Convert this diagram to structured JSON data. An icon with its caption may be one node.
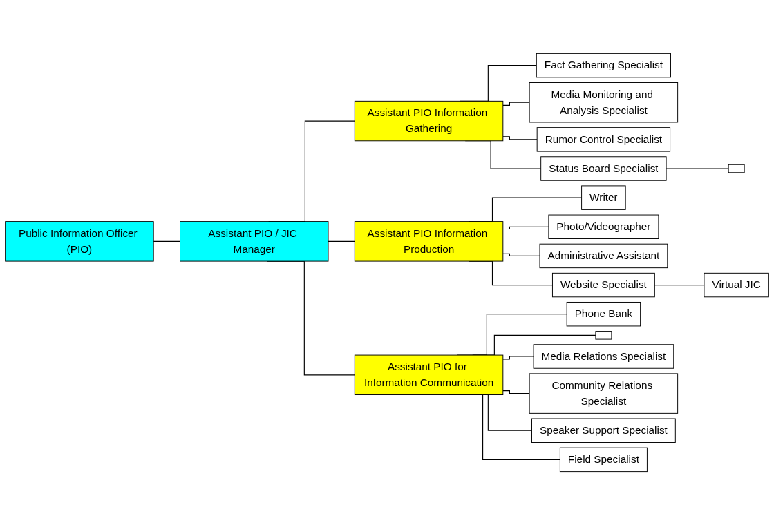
{
  "diagram": {
    "nodes": [
      {
        "text": [
          "Public Information Officer (PIO)"
        ]
      },
      {
        "text": [
          "Assistant PIO / JIC Manager"
        ]
      },
      {
        "text": [
          "Assistant PIO Information Gathering"
        ]
      },
      {
        "text": [
          "Assistant PIO Information Production"
        ]
      },
      {
        "text": [
          "Assistant PIO for Information Communication"
        ]
      },
      {
        "text": [
          "Fact Gathering Specialist"
        ]
      },
      {
        "text": [
          "Media Monitoring and Analysis Specialist"
        ]
      },
      {
        "text": [
          "Rumor Control Specialist"
        ]
      },
      {
        "text": [
          "Status Board Specialist"
        ]
      },
      {
        "text": [],
        "shape": "box"
      },
      {
        "text": [
          "Writer"
        ]
      },
      {
        "text": [
          "Photo/Videographer"
        ]
      },
      {
        "text": [
          "Administrative Assistant"
        ]
      },
      {
        "text": [
          "Website Specialist"
        ]
      },
      {
        "text": [
          "Virtual JIC"
        ]
      },
      {
        "text": [
          "Phone Bank"
        ]
      },
      {
        "text": [],
        "shape": "box"
      },
      {
        "text": [
          "Media Relations Specialist"
        ]
      },
      {
        "text": [
          "Community Relations Specialist"
        ]
      },
      {
        "text": [
          "Speaker Support Specialist"
        ]
      },
      {
        "text": [
          "Field Specialist"
        ]
      }
    ],
    "edges": [
      {
        "from": 0,
        "to": 1,
        "arrow": "none"
      },
      {
        "from": 1,
        "to": 2,
        "arrow": "none"
      },
      {
        "from": 1,
        "to": 3,
        "arrow": "none"
      },
      {
        "from": 1,
        "to": 4,
        "arrow": "none"
      },
      {
        "from": 2,
        "to": 5,
        "arrow": "none"
      },
      {
        "from": 2,
        "to": 6,
        "arrow": "none"
      },
      {
        "from": 2,
        "to": 7,
        "arrow": "none"
      },
      {
        "from": 2,
        "to": 8,
        "arrow": "none"
      },
      {
        "from": 8,
        "to": 9,
        "arrow": "none"
      },
      {
        "from": 3,
        "to": 10,
        "arrow": "none"
      },
      {
        "from": 3,
        "to": 11,
        "arrow": "none"
      },
      {
        "from": 3,
        "to": 12,
        "arrow": "none"
      },
      {
        "from": 3,
        "to": 13,
        "arrow": "none"
      },
      {
        "from": 13,
        "to": 14,
        "arrow": "none"
      },
      {
        "from": 4,
        "to": 15,
        "arrow": "none"
      },
      {
        "from": 4,
        "to": 16,
        "arrow": "none"
      },
      {
        "from": 4,
        "to": 17,
        "arrow": "none"
      },
      {
        "from": 4,
        "to": 18,
        "arrow": "none"
      },
      {
        "from": 4,
        "to": 19,
        "arrow": "none"
      },
      {
        "from": 4,
        "to": 20,
        "arrow": "none"
      }
    ]
  }
}
